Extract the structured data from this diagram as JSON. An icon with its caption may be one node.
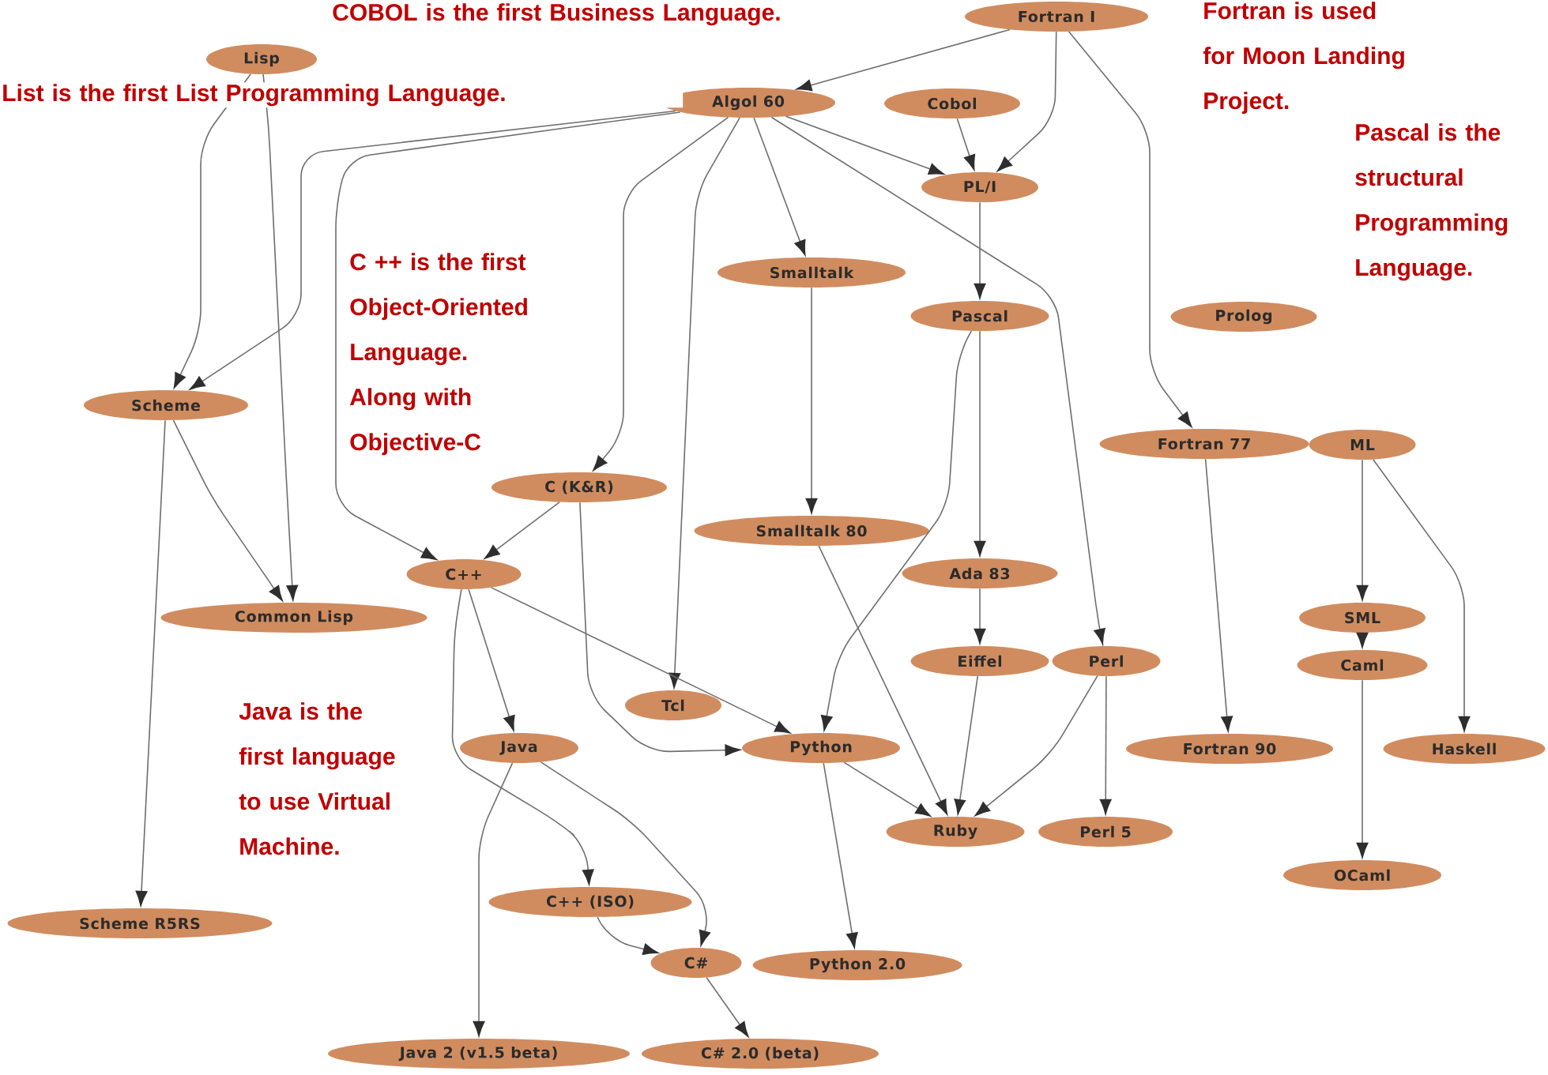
{
  "diagram": {
    "nodes": [
      {
        "text": [
          "Fortran I"
        ]
      },
      {
        "text": [
          "Lisp"
        ]
      },
      {
        "text": [
          "Algol 60"
        ]
      },
      {
        "text": [
          "Cobol"
        ]
      },
      {
        "text": [
          "PL/I"
        ]
      },
      {
        "text": [
          "Smalltalk"
        ]
      },
      {
        "text": [
          "Pascal"
        ]
      },
      {
        "text": [
          "Prolog"
        ]
      },
      {
        "text": [
          "Scheme"
        ]
      },
      {
        "text": [
          "Fortran 77"
        ]
      },
      {
        "text": [
          "ML"
        ]
      },
      {
        "text": [
          "C (K&R)"
        ]
      },
      {
        "text": [
          "Smalltalk 80"
        ]
      },
      {
        "text": [
          "C++"
        ]
      },
      {
        "text": [
          "Ada 83"
        ]
      },
      {
        "text": [
          "Common Lisp"
        ]
      },
      {
        "text": [
          "SML"
        ]
      },
      {
        "text": [
          "Eiffel"
        ]
      },
      {
        "text": [
          "Perl"
        ]
      },
      {
        "text": [
          "Caml"
        ]
      },
      {
        "text": [
          "Tcl"
        ]
      },
      {
        "text": [
          "Java"
        ]
      },
      {
        "text": [
          "Python"
        ]
      },
      {
        "text": [
          "Fortran 90"
        ]
      },
      {
        "text": [
          "Haskell"
        ]
      },
      {
        "text": [
          "Ruby"
        ]
      },
      {
        "text": [
          "Perl 5"
        ]
      },
      {
        "text": [
          "OCaml"
        ]
      },
      {
        "text": [
          "C++ (ISO)"
        ]
      },
      {
        "text": [
          "Scheme R5RS"
        ]
      },
      {
        "text": [
          "C#"
        ]
      },
      {
        "text": [
          "Python 2.0"
        ]
      },
      {
        "text": [
          "Java 2 (v1.5 beta)"
        ]
      },
      {
        "text": [
          "C# 2.0 (beta)"
        ]
      }
    ],
    "edges": [
      {
        "from": 0,
        "to": 2,
        "arrow": "to"
      },
      {
        "from": 0,
        "to": 4,
        "arrow": "to"
      },
      {
        "from": 0,
        "to": 9,
        "arrow": "to"
      },
      {
        "from": 1,
        "to": 8,
        "arrow": "to"
      },
      {
        "from": 1,
        "to": 15,
        "arrow": "to"
      },
      {
        "from": 2,
        "to": 8,
        "arrow": "to"
      },
      {
        "from": 2,
        "to": 13,
        "arrow": "to"
      },
      {
        "from": 2,
        "to": 11,
        "arrow": "to"
      },
      {
        "from": 2,
        "to": 20,
        "arrow": "to"
      },
      {
        "from": 2,
        "to": 5,
        "arrow": "to"
      },
      {
        "from": 2,
        "to": 4,
        "arrow": "to"
      },
      {
        "from": 2,
        "to": 18,
        "arrow": "to"
      },
      {
        "from": 3,
        "to": 4,
        "arrow": "to"
      },
      {
        "from": 4,
        "to": 6,
        "arrow": "to"
      },
      {
        "from": 5,
        "to": 12,
        "arrow": "to"
      },
      {
        "from": 6,
        "to": 14,
        "arrow": "to"
      },
      {
        "from": 6,
        "to": 22,
        "arrow": "to"
      },
      {
        "from": 8,
        "to": 29,
        "arrow": "to"
      },
      {
        "from": 8,
        "to": 15,
        "arrow": "to"
      },
      {
        "from": 9,
        "to": 23,
        "arrow": "to"
      },
      {
        "from": 10,
        "to": 16,
        "arrow": "to"
      },
      {
        "from": 10,
        "to": 24,
        "arrow": "to"
      },
      {
        "from": 11,
        "to": 13,
        "arrow": "to"
      },
      {
        "from": 11,
        "to": 22,
        "arrow": "to"
      },
      {
        "from": 12,
        "to": 25,
        "arrow": "to"
      },
      {
        "from": 13,
        "to": 21,
        "arrow": "to"
      },
      {
        "from": 13,
        "to": 22,
        "arrow": "to"
      },
      {
        "from": 13,
        "to": 28,
        "arrow": "to"
      },
      {
        "from": 14,
        "to": 17,
        "arrow": "to"
      },
      {
        "from": 16,
        "to": 19,
        "arrow": "to"
      },
      {
        "from": 17,
        "to": 25,
        "arrow": "to"
      },
      {
        "from": 18,
        "to": 25,
        "arrow": "to"
      },
      {
        "from": 18,
        "to": 26,
        "arrow": "to"
      },
      {
        "from": 19,
        "to": 27,
        "arrow": "to"
      },
      {
        "from": 21,
        "to": 32,
        "arrow": "to"
      },
      {
        "from": 21,
        "to": 30,
        "arrow": "to"
      },
      {
        "from": 22,
        "to": 25,
        "arrow": "to"
      },
      {
        "from": 22,
        "to": 31,
        "arrow": "to"
      },
      {
        "from": 28,
        "to": 30,
        "arrow": "to"
      },
      {
        "from": 30,
        "to": 33,
        "arrow": "to"
      }
    ],
    "labels": [
      "COBOL is the first Business Language.",
      "Fortran is used for Moon Landing Project.",
      "List is the first List Programming Language.",
      "Pascal is the structural Programming Language.",
      "C ++ is the first Object-Oriented Language. Along with Objective-C",
      "Java is the first language to use Virtual Machine."
    ]
  }
}
